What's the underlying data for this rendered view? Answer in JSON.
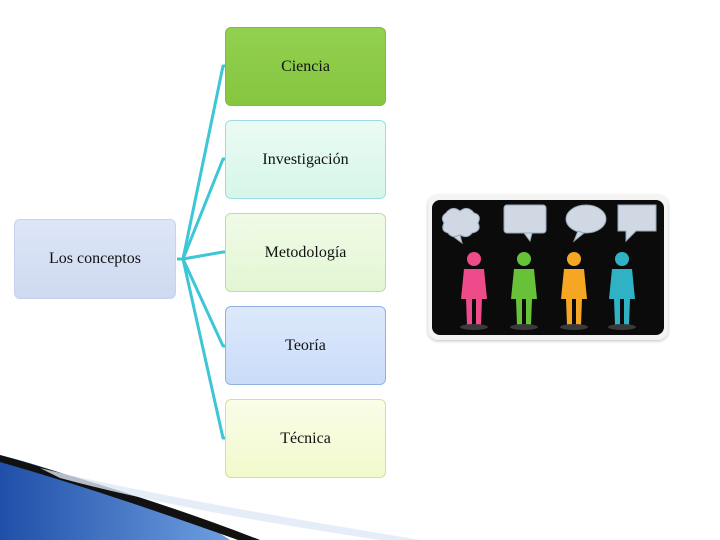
{
  "diagram": {
    "root_label": "Los conceptos",
    "nodes": [
      {
        "label": "Ciencia"
      },
      {
        "label": "Investigación"
      },
      {
        "label": "Metodología"
      },
      {
        "label": "Teoría"
      },
      {
        "label": "Técnica"
      }
    ]
  },
  "colors": {
    "connector": "#3cc6d6",
    "node_green": "#92d050",
    "root_fill": "#d6e0f5",
    "person_colors": [
      "#ee4b8a",
      "#67c23a",
      "#f5a623",
      "#2fb3c4"
    ]
  },
  "picture": {
    "description_icons": [
      "speech-bubble-icon",
      "person-icon"
    ]
  }
}
